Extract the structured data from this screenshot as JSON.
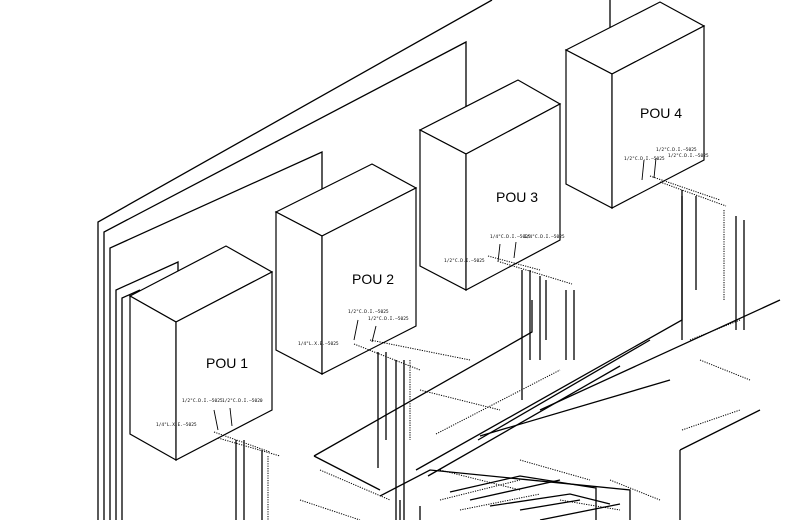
{
  "units": [
    {
      "id": "pou1",
      "label": "POU 1",
      "tags": [
        "1/2\"C.D.I.—5025",
        "1/2\"C.D.I.—5020",
        "1/4\"L.X.E.—5025"
      ]
    },
    {
      "id": "pou2",
      "label": "POU 2",
      "tags": [
        "1/2\"C.D.I.—5025",
        "1/2\"C.D.I.—5025",
        "1/4\"L.X.E.—5025"
      ]
    },
    {
      "id": "pou3",
      "label": "POU 3",
      "tags": [
        "1/4\"C.D.I.—5025",
        "1/4\"C.D.I.—5025",
        "1/2\"C.D.I.—5025"
      ]
    },
    {
      "id": "pou4",
      "label": "POU 4",
      "tags": [
        "1/2\"C.D.I.—5025",
        "1/2\"C.D.I.—5025",
        "1/2\"C.D.I.—5025"
      ]
    }
  ]
}
